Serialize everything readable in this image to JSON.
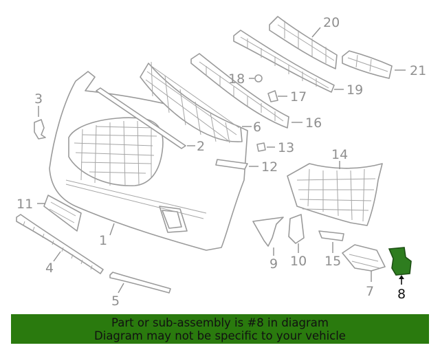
{
  "diagram": {
    "callouts": [
      "1",
      "2",
      "3",
      "4",
      "5",
      "6",
      "7",
      "8",
      "9",
      "10",
      "11",
      "12",
      "13",
      "14",
      "15",
      "16",
      "17",
      "18",
      "19",
      "20",
      "21"
    ],
    "highlighted_part": "8",
    "highlight_color": "#2e7d1f"
  },
  "banner": {
    "line1": "Part or sub-assembly is #8 in diagram",
    "line2": "Diagram may not be specific to your vehicle",
    "background": "#2a7a0e"
  }
}
